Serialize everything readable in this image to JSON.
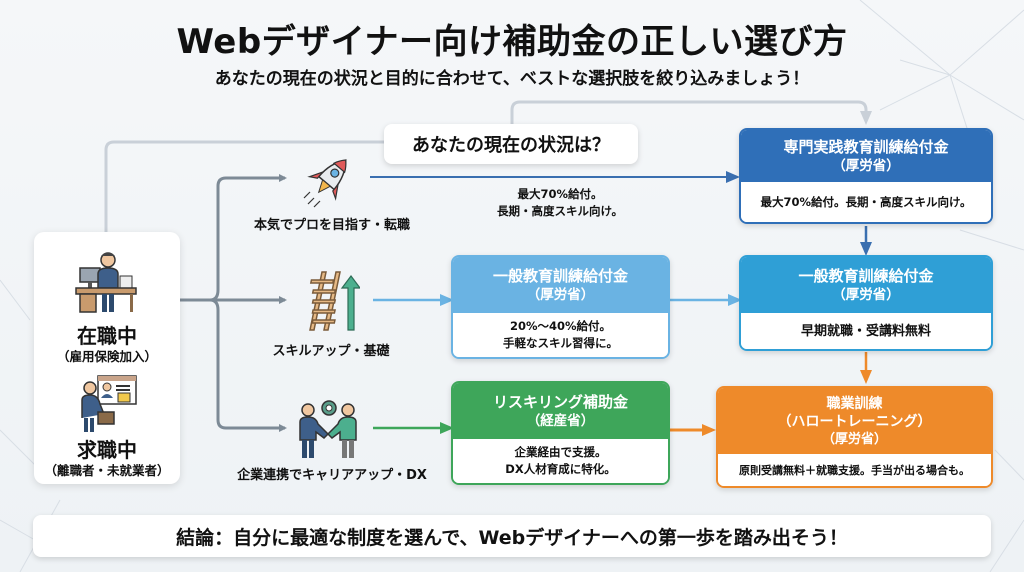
{
  "header": {
    "title": "Webデザイナー向け補助金の正しい選び方",
    "subtitle": "あなたの現在の状況と目的に合わせて、ベストな選択肢を絞り込みましょう！"
  },
  "question": "あなたの現在の状況は？",
  "status_card": {
    "employed": {
      "icon": "office-worker-icon",
      "label": "在職中",
      "sub": "（雇用保険加入）"
    },
    "job_seeking": {
      "icon": "job-seeker-icon",
      "label": "求職中",
      "sub": "（離職者・未就業者）"
    }
  },
  "paths": [
    {
      "icon": "rocket-icon",
      "label": "本気でプロを目指す・転職"
    },
    {
      "icon": "ladder-arrow-icon",
      "label": "スキルアップ・基礎"
    },
    {
      "icon": "handshake-gear-icon",
      "label": "企業連携でキャリアアップ・DX"
    }
  ],
  "mid_note": {
    "line1": "最大70%給付。",
    "line2": "長期・高度スキル向け。"
  },
  "boxes": {
    "specialized": {
      "title": "専門実践教育訓練給付金",
      "ministry": "（厚労省）",
      "body": [
        "最大70%給付。長期・高度スキル向け。"
      ]
    },
    "general_mid": {
      "title": "一般教育訓練給付金",
      "ministry": "（厚労省）",
      "body": [
        "20%〜40%給付。",
        "手軽なスキル習得に。"
      ]
    },
    "general_right": {
      "title": "一般教育訓練給付金",
      "ministry": "（厚労省）",
      "body": [
        "早期就職・受講料無料"
      ]
    },
    "reskilling": {
      "title": "リスキリング補助金",
      "ministry": "（経産省）",
      "body": [
        "企業経由で支援。",
        "DX人材育成に特化。"
      ]
    },
    "vocational": {
      "title": "職業訓練",
      "title2": "（ハロートレーニング）",
      "ministry": "（厚労省）",
      "body": [
        "原則受講無料＋就職支援。手当が出る場合も。"
      ]
    }
  },
  "colors": {
    "specialized": "#2f6fb8",
    "general_mid": "#6ab3e3",
    "general_right": "#2f9fd6",
    "reskilling": "#3ea65a",
    "vocational": "#ee8a2a",
    "connector_gray": "#7d8a96"
  },
  "conclusion": "結論：自分に最適な制度を選んで、Webデザイナーへの第一歩を踏み出そう！"
}
